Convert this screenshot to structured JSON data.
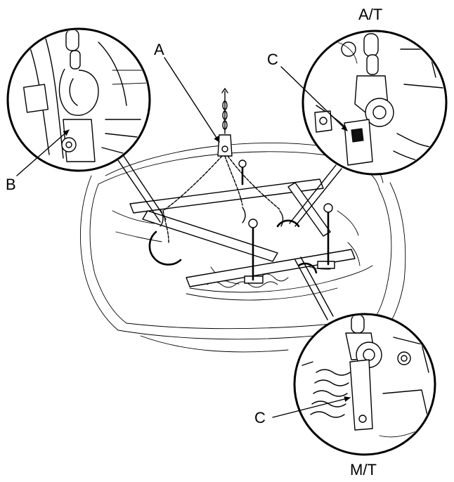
{
  "labels": {
    "a": "A",
    "b": "B",
    "c_top": "C",
    "c_bottom": "C",
    "at": "A/T",
    "mt": "M/T"
  }
}
